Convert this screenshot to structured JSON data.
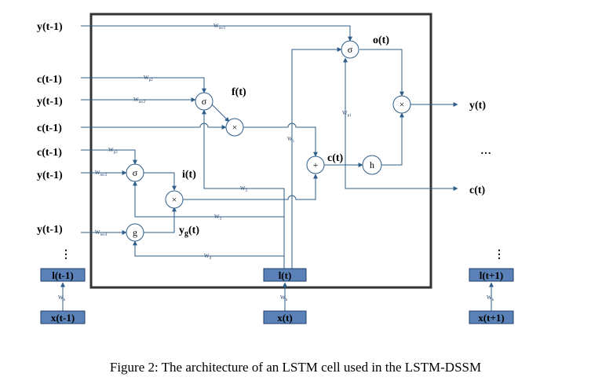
{
  "figure": {
    "caption": "Figure 2: The architecture of an LSTM cell used in the LSTM-DSSM",
    "left_inputs": [
      "y(t-1)",
      "c(t-1)",
      "y(t-1)",
      "c(t-1)",
      "c(t-1)",
      "y(t-1)",
      "y(t-1)"
    ],
    "vdots": "⋮",
    "hdots": "…",
    "outputs": {
      "o": "o(t)",
      "f": "f(t)",
      "i": "i(t)",
      "c": "c(t)",
      "yg_main": "y",
      "yg_sub": "g",
      "yg_tail": "(t)",
      "y_out": "y(t)",
      "c_out": "c(t)"
    },
    "nodes": {
      "sigma": "σ",
      "times": "×",
      "plus": "+",
      "h": "h",
      "g": "g"
    },
    "weights": {
      "w_rec1": [
        "W",
        "rec1"
      ],
      "w_p2": [
        "W",
        "p2"
      ],
      "w_rec2": [
        "W",
        "rec2"
      ],
      "w_p3": [
        "W",
        "p3"
      ],
      "w_rec3": [
        "W",
        "rec3"
      ],
      "w_rec4": [
        "W",
        "rec4"
      ],
      "w_p1": [
        "W",
        "p1"
      ],
      "w_1": [
        "W",
        "1"
      ],
      "w_2": [
        "W",
        "2"
      ],
      "w_3": [
        "W",
        "3"
      ],
      "w_4": [
        "W",
        "4"
      ],
      "w_h": [
        "W",
        "h"
      ]
    },
    "bottom": {
      "l_left": "l(t-1)",
      "x_left": "x(t-1)",
      "l_mid": "l(t)",
      "x_mid": "x(t)",
      "l_right": "l(t+1)",
      "x_right": "x(t+1)"
    },
    "colors": {
      "line": "#2e5d8a",
      "box_fill": "#5b82b8",
      "frame": "#333333"
    }
  }
}
